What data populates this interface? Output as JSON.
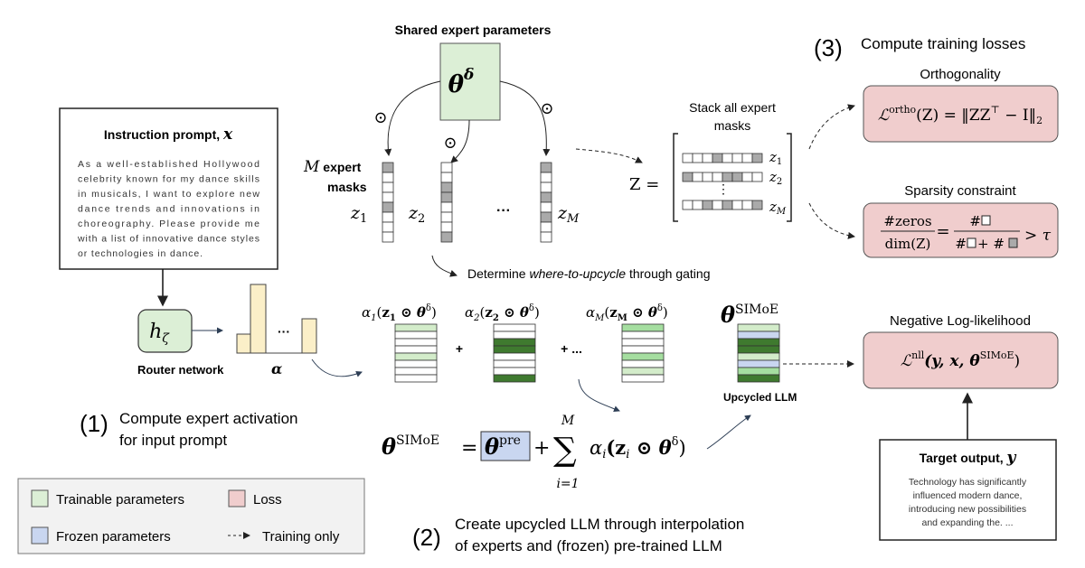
{
  "colors": {
    "trainable": "#dcefd6",
    "frozen": "#c9d6f0",
    "loss": "#f0cdcd",
    "light_green": "#d3ecca",
    "mid_green": "#a5dea0",
    "dark_green": "#3f7a2f",
    "mask_gray": "#aaaaaa",
    "router_bar": "#fbefc8"
  },
  "prompt": {
    "title": "Instruction prompt, ",
    "title_var": "x",
    "lines": [
      "As a well-established Hollywood",
      "celebrity known for my dance skills",
      "in musicals, I want to explore new",
      "dance trends and innovations in",
      "choreography. Please provide me",
      "with a list of innovative dance styles",
      "or technologies in dance."
    ]
  },
  "router": {
    "symbol": "h",
    "sub": "ζ",
    "label": "Router network",
    "alpha": "α",
    "dots": "···"
  },
  "shared": {
    "title": "Shared expert parameters",
    "theta": "θ",
    "sup": "δ",
    "odot": "⊙"
  },
  "masks": {
    "label_m": "M",
    "label_1": " expert",
    "label_2": "masks",
    "z_labels": [
      "z",
      "z",
      "z"
    ],
    "z_subs": [
      "1",
      "2",
      "M"
    ],
    "dots": "···",
    "columns": [
      [
        0,
        4
      ],
      [
        2,
        3,
        7
      ],
      [
        0,
        3,
        5
      ]
    ],
    "rows": [
      [
        3,
        7
      ],
      [
        0,
        4,
        5
      ],
      [
        2,
        4,
        7
      ]
    ]
  },
  "stack": {
    "line1": "Stack all expert",
    "line2": "masks",
    "z_eq": "Z =",
    "vdots": "⋮"
  },
  "step3": {
    "num": "(3)",
    "title": "Compute training losses"
  },
  "losses": {
    "ortho_title": "Orthogonality",
    "ortho_formula": "ℒ",
    "ortho_sup": "ortho",
    "ortho_rest": "(Z) = ‖ZZ",
    "ortho_T": "⊤",
    "ortho_end": " − I‖",
    "ortho_sub": "2",
    "sparsity_title": "Sparsity constraint",
    "sp_num": "#zeros",
    "sp_den": "dim(Z)",
    "sp_eq": "=",
    "sp_num2": "#",
    "sp_den2a": "#",
    "sp_den2b": "+ #",
    "sp_gt": "> τ",
    "nll_title": "Negative Log-likelihood",
    "nll_L": "ℒ",
    "nll_sup": "nll",
    "nll_args": "(y, x, θ",
    "nll_args_sup": "SIMoE",
    "nll_close": ")"
  },
  "gating": {
    "prefix": "Determine ",
    "emph": "where-to-upcycle",
    "suffix": " through gating",
    "terms": [
      {
        "a": "α",
        "i": "1",
        "z": "z",
        "zs": "1"
      },
      {
        "a": "α",
        "i": "2",
        "z": "z",
        "zs": "2"
      },
      {
        "a": "α",
        "i": "M",
        "z": "z",
        "zs": "M"
      }
    ],
    "odot_theta": " ⊙ θ",
    "delta": "δ",
    "plus": "+",
    "plus_dots": "+ ...",
    "blocks": [
      [
        "l",
        "w",
        "w",
        "w",
        "l",
        "w",
        "w",
        "w"
      ],
      [
        "w",
        "w",
        "d",
        "d",
        "w",
        "w",
        "w",
        "d"
      ],
      [
        "m",
        "w",
        "w",
        "w",
        "m",
        "w",
        "l",
        "w"
      ]
    ],
    "simoe_block": [
      "l",
      "b",
      "d",
      "d",
      "l",
      "b",
      "m",
      "d"
    ],
    "simoe_theta": "θ",
    "simoe_sup": "SIMoE",
    "upcycled": "Upcycled LLM"
  },
  "formula": {
    "lhs": "θ",
    "lhs_sup": "SIMoE",
    "eq": "=",
    "pre": "θ",
    "pre_sup": "pre",
    "plus": "+",
    "sum": "∑",
    "sum_top": "M",
    "sum_bot": "i=1",
    "body": "α",
    "body_i": "i",
    "body2": "(z",
    "body2_i": "i",
    "body3": " ⊙ θ",
    "body3_sup": "δ",
    "body4": ")"
  },
  "step1": {
    "num": "(1)",
    "line1": "Compute expert activation",
    "line2": "for input prompt"
  },
  "step2": {
    "num": "(2)",
    "line1": "Create upcycled LLM through interpolation",
    "line2": "of experts and (frozen) pre-trained LLM"
  },
  "legend": {
    "trainable": "Trainable parameters",
    "loss": "Loss",
    "frozen": "Frozen parameters",
    "training_only": "Training only"
  },
  "target": {
    "title": "Target output, ",
    "title_var": "y",
    "lines": [
      "Technology has significantly",
      "influenced modern dance,",
      "introducing new possibilities",
      "and expanding the. ..."
    ]
  }
}
